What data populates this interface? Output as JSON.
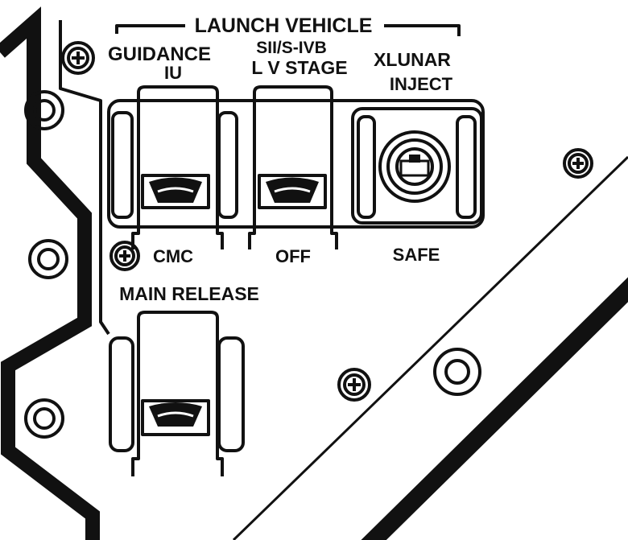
{
  "panel": {
    "group_label": "LAUNCH VEHICLE",
    "switches": [
      {
        "title": "GUIDANCE",
        "subtitle": "IU",
        "position_label": "CMC"
      },
      {
        "title": "SII/S-IVB",
        "subtitle": "L V STAGE",
        "position_label": "OFF"
      },
      {
        "title": "XLUNAR",
        "subtitle": "INJECT",
        "position_label": "SAFE"
      }
    ],
    "main_release_label": "MAIN RELEASE"
  }
}
